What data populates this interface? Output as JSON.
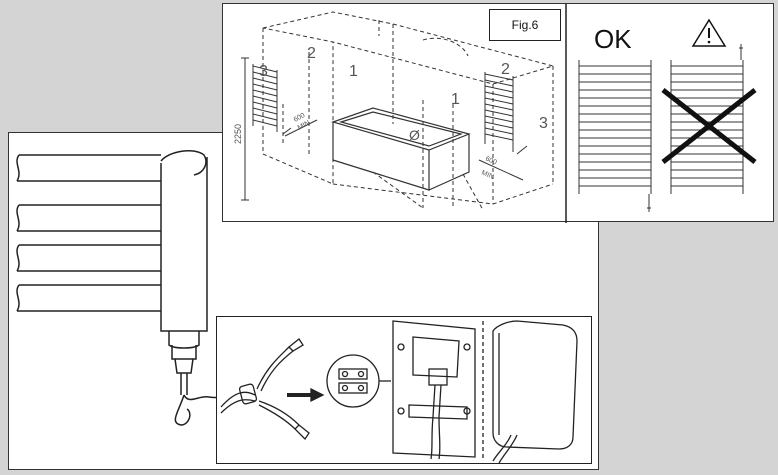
{
  "figure": {
    "label": "Fig.6",
    "ok_text": "OK",
    "warning_icon": "warning-triangle-icon",
    "zones": [
      "1",
      "2",
      "3"
    ],
    "height_dimension": "2250",
    "distance_value": "600",
    "distance_unit": "MIN",
    "bathtub_symbol": "Ø"
  }
}
